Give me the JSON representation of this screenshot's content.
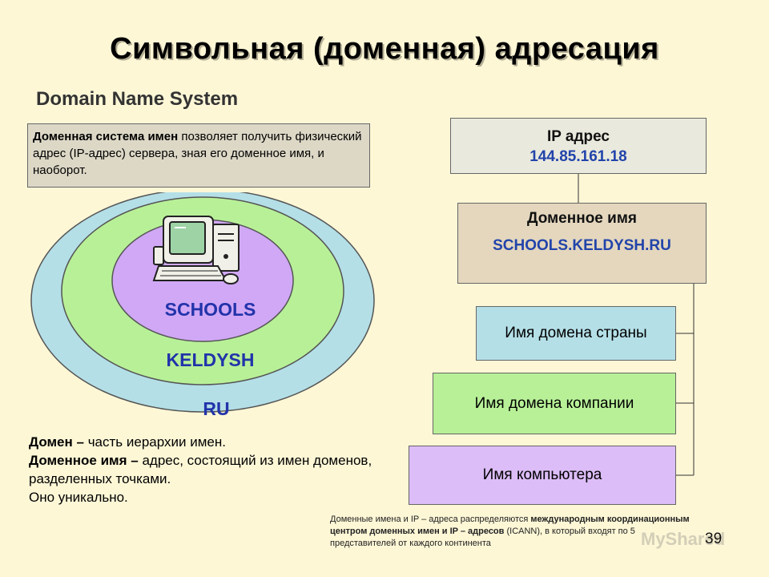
{
  "title": "Символьная (доменная) адресация",
  "subtitle": "Domain Name System",
  "description": {
    "bold": "Доменная система имен",
    "rest": " позволяет получить физический адрес (IP-адрес) сервера, зная его доменное имя, и наоборот."
  },
  "rings": {
    "inner": "SCHOOLS",
    "middle": "KELDYSH",
    "outer": "RU"
  },
  "definitions": {
    "line1_bold": "Домен –",
    "line1_rest": " часть иерархии имен.",
    "line2_bold": "Доменное имя –",
    "line2_rest": " адрес, состоящий из имен доменов, разделенных точками.",
    "line3": "Оно уникально."
  },
  "boxes": {
    "ip_title": "IP адрес",
    "ip_value": "144.85.161.18",
    "dn_title": "Доменное  имя",
    "dn_value": "SCHOOLS.KELDYSH.RU",
    "country": "Имя домена страны",
    "company": "Имя домена компании",
    "computer": "Имя компьютера"
  },
  "footnote": {
    "part1": "Доменные имена и IP – адреса распределяются ",
    "bold": "международным координационным центром доменных имен и IP – адресов",
    "part2": " (ICANN), в который входят по 5 представителей от каждого континента"
  },
  "page_number": "39",
  "watermark": "MyShared",
  "colors": {
    "background": "#fdf7d6",
    "ring_outer": "#b4dfe7",
    "ring_middle": "#b8f098",
    "ring_inner": "#d0a8f5",
    "label_blue": "#2233aa"
  }
}
